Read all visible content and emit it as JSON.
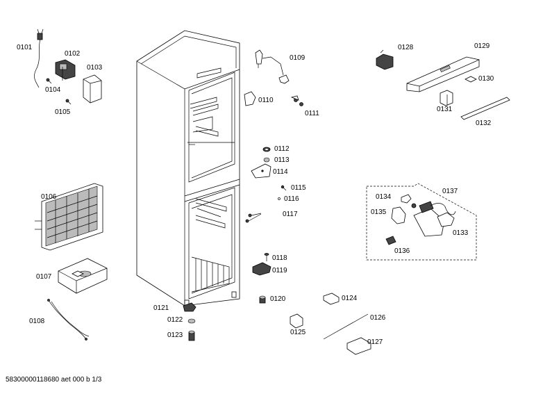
{
  "diagram": {
    "footer": "58300000118680 aet 000 b 1/3",
    "labels": {
      "p0101": "0101",
      "p0102": "0102",
      "p0103": "0103",
      "p0104": "0104",
      "p0105": "0105",
      "p0106": "0106",
      "p0107": "0107",
      "p0108": "0108",
      "p0109": "0109",
      "p0110": "0110",
      "p0111": "0111",
      "p0112": "0112",
      "p0113": "0113",
      "p0114": "0114",
      "p0115": "0115",
      "p0116": "0116",
      "p0117": "0117",
      "p0118": "0118",
      "p0119": "0119",
      "p0120": "0120",
      "p0121": "0121",
      "p0122": "0122",
      "p0123": "0123",
      "p0124": "0124",
      "p0125": "0125",
      "p0126": "0126",
      "p0127": "0127",
      "p0128": "0128",
      "p0129": "0129",
      "p0130": "0130",
      "p0131": "0131",
      "p0132": "0132",
      "p0133": "0133",
      "p0134": "0134",
      "p0135": "0135",
      "p0136": "0136",
      "p0137": "0137"
    }
  }
}
